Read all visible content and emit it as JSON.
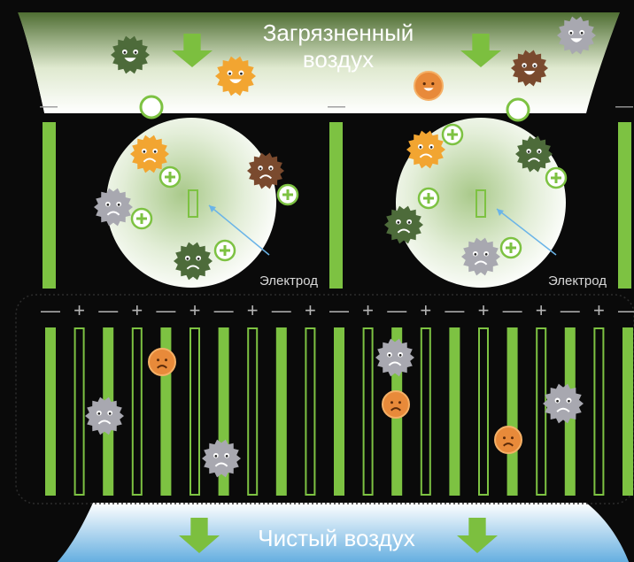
{
  "top_label_line1": "Загрязненный",
  "top_label_line2": "воздух",
  "bottom_label": "Чистый воздух",
  "electrode_label": "Электрод",
  "minus_sign": "—",
  "plus_sign": "+",
  "colors": {
    "background": "#0a0a0a",
    "green_bar": "#7dc242",
    "arrow_green": "#7cbf3f",
    "top_gradient_start": "#5d7a3a",
    "top_gradient_end": "#ffffff",
    "bottom_gradient_start": "#ffffff",
    "bottom_gradient_end": "#6fb6e3",
    "dust_gray": "#a8a8b0",
    "dust_dark_green": "#4d6b3a",
    "dust_brown": "#7a4a2e",
    "dust_orange": "#f2a531",
    "dust_small_orange": "#e88a3a",
    "electrode_pointer": "#6ab4e8"
  },
  "icons": [
    "down-arrow-icon",
    "happy-dust-icon",
    "sad-dust-icon",
    "plus-charge-icon",
    "neutral-ion-icon"
  ]
}
